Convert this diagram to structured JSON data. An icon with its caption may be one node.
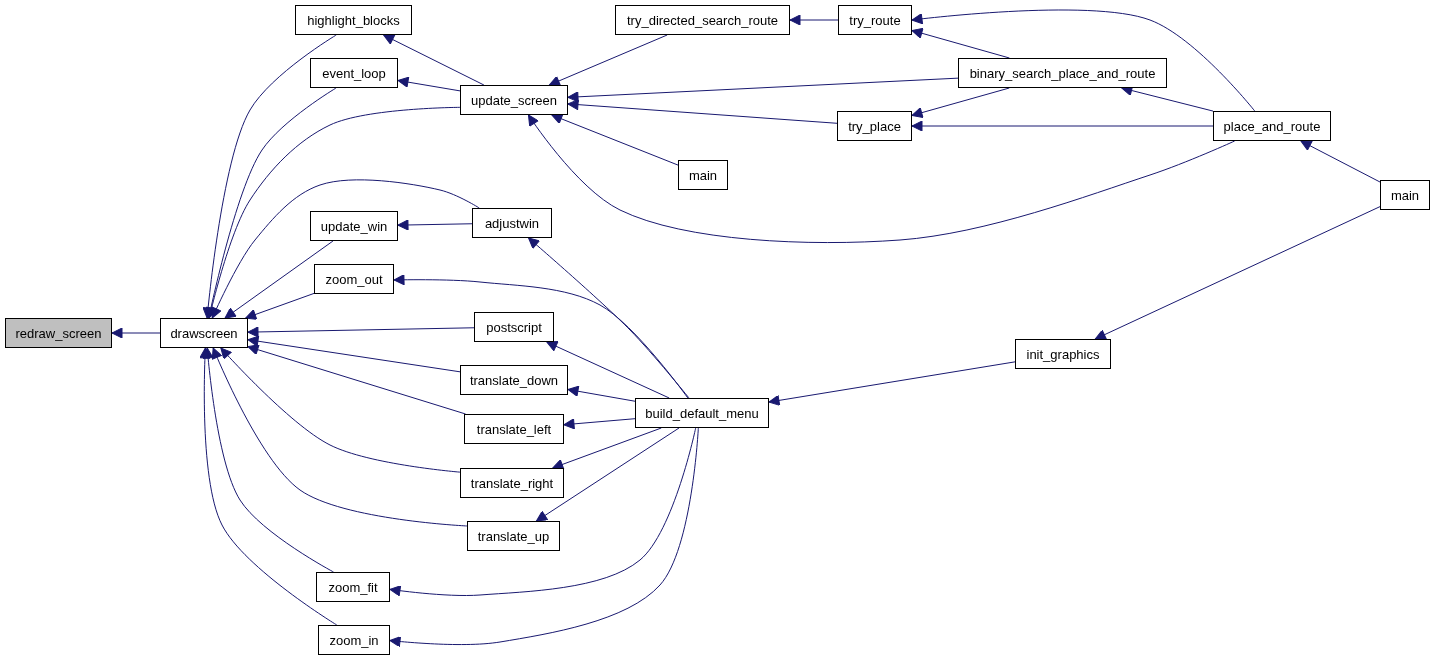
{
  "diagram": {
    "nodes": [
      {
        "text": [
          "redraw_screen"
        ]
      },
      {
        "text": [
          "drawscreen"
        ]
      },
      {
        "text": [
          "highlight_blocks"
        ]
      },
      {
        "text": [
          "event_loop"
        ]
      },
      {
        "text": [
          "update_screen"
        ]
      },
      {
        "text": [
          "update_win"
        ]
      },
      {
        "text": [
          "adjustwin"
        ]
      },
      {
        "text": [
          "zoom_out"
        ]
      },
      {
        "text": [
          "postscript"
        ]
      },
      {
        "text": [
          "translate_down"
        ]
      },
      {
        "text": [
          "translate_left"
        ]
      },
      {
        "text": [
          "translate_right"
        ]
      },
      {
        "text": [
          "translate_up"
        ]
      },
      {
        "text": [
          "zoom_fit"
        ]
      },
      {
        "text": [
          "zoom_in"
        ]
      },
      {
        "text": [
          "build_default_menu"
        ]
      },
      {
        "text": [
          "try_directed_search_route"
        ]
      },
      {
        "text": [
          "try_route"
        ]
      },
      {
        "text": [
          "binary_search_place_and_route"
        ]
      },
      {
        "text": [
          "try_place"
        ]
      },
      {
        "text": [
          "main"
        ]
      },
      {
        "text": [
          "place_and_route"
        ]
      },
      {
        "text": [
          "init_graphics"
        ]
      },
      {
        "text": [
          "main"
        ]
      }
    ],
    "edges": [
      {
        "from": 1,
        "to": 0,
        "arrow": "to"
      },
      {
        "from": 2,
        "to": 1,
        "arrow": "to"
      },
      {
        "from": 3,
        "to": 1,
        "arrow": "to"
      },
      {
        "from": 4,
        "to": 1,
        "arrow": "to"
      },
      {
        "from": 5,
        "to": 1,
        "arrow": "to"
      },
      {
        "from": 6,
        "to": 1,
        "arrow": "to"
      },
      {
        "from": 7,
        "to": 1,
        "arrow": "to"
      },
      {
        "from": 8,
        "to": 1,
        "arrow": "to"
      },
      {
        "from": 9,
        "to": 1,
        "arrow": "to"
      },
      {
        "from": 10,
        "to": 1,
        "arrow": "to"
      },
      {
        "from": 11,
        "to": 1,
        "arrow": "to"
      },
      {
        "from": 12,
        "to": 1,
        "arrow": "to"
      },
      {
        "from": 13,
        "to": 1,
        "arrow": "to"
      },
      {
        "from": 14,
        "to": 1,
        "arrow": "to"
      },
      {
        "from": 4,
        "to": 2,
        "arrow": "to"
      },
      {
        "from": 4,
        "to": 3,
        "arrow": "to"
      },
      {
        "from": 6,
        "to": 5,
        "arrow": "to"
      },
      {
        "from": 15,
        "to": 6,
        "arrow": "to"
      },
      {
        "from": 15,
        "to": 7,
        "arrow": "to"
      },
      {
        "from": 15,
        "to": 8,
        "arrow": "to"
      },
      {
        "from": 15,
        "to": 9,
        "arrow": "to"
      },
      {
        "from": 15,
        "to": 10,
        "arrow": "to"
      },
      {
        "from": 15,
        "to": 11,
        "arrow": "to"
      },
      {
        "from": 15,
        "to": 12,
        "arrow": "to"
      },
      {
        "from": 15,
        "to": 13,
        "arrow": "to"
      },
      {
        "from": 15,
        "to": 14,
        "arrow": "to"
      },
      {
        "from": 16,
        "to": 4,
        "arrow": "to"
      },
      {
        "from": 18,
        "to": 4,
        "arrow": "to"
      },
      {
        "from": 19,
        "to": 4,
        "arrow": "to"
      },
      {
        "from": 20,
        "to": 4,
        "arrow": "to"
      },
      {
        "from": 21,
        "to": 4,
        "arrow": "to"
      },
      {
        "from": 17,
        "to": 16,
        "arrow": "to"
      },
      {
        "from": 18,
        "to": 17,
        "arrow": "to"
      },
      {
        "from": 21,
        "to": 17,
        "arrow": "to"
      },
      {
        "from": 18,
        "to": 19,
        "arrow": "to"
      },
      {
        "from": 21,
        "to": 19,
        "arrow": "to"
      },
      {
        "from": 21,
        "to": 18,
        "arrow": "to"
      },
      {
        "from": 23,
        "to": 21,
        "arrow": "to"
      },
      {
        "from": 22,
        "to": 15,
        "arrow": "to"
      },
      {
        "from": 23,
        "to": 22,
        "arrow": "to"
      }
    ]
  }
}
